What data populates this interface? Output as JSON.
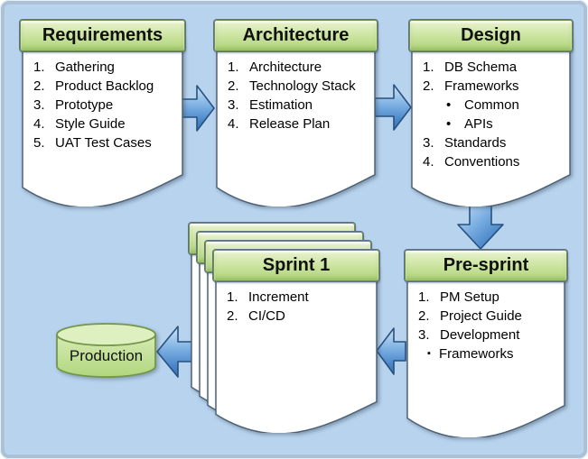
{
  "diagram": {
    "description": "Agile software delivery process flow",
    "background_color": "#b8d3ee",
    "frame_border_color": "#a9c2d8",
    "header_green": "#cfe6a5",
    "arrow_blue": "#6ba3d8",
    "arrow_outline": "#27517e"
  },
  "documents": {
    "requirements": {
      "title": "Requirements",
      "items": [
        {
          "marker": "1.",
          "text": "Gathering"
        },
        {
          "marker": "2.",
          "text": "Product Backlog"
        },
        {
          "marker": "3.",
          "text": "Prototype"
        },
        {
          "marker": "4.",
          "text": "Style Guide"
        },
        {
          "marker": "5.",
          "text": "UAT Test Cases"
        }
      ]
    },
    "architecture": {
      "title": "Architecture",
      "items": [
        {
          "marker": "1.",
          "text": "Architecture"
        },
        {
          "marker": "2.",
          "text": "Technology Stack"
        },
        {
          "marker": "3.",
          "text": "Estimation"
        },
        {
          "marker": "4.",
          "text": "Release Plan"
        }
      ]
    },
    "design": {
      "title": "Design",
      "items": [
        {
          "marker": "1.",
          "text": "DB Schema"
        },
        {
          "marker": "2.",
          "text": "Frameworks"
        },
        {
          "marker": "•",
          "text": "Common"
        },
        {
          "marker": "•",
          "text": "APIs"
        },
        {
          "marker": "3.",
          "text": "Standards"
        },
        {
          "marker": "4.",
          "text": "Conventions"
        }
      ]
    },
    "presprint": {
      "title": "Pre-sprint",
      "items": [
        {
          "marker": "1.",
          "text": "PM Setup"
        },
        {
          "marker": "2.",
          "text": "Project Guide"
        },
        {
          "marker": "3.",
          "text": "Development"
        },
        {
          "marker": "▪",
          "text": "Frameworks"
        }
      ]
    },
    "sprint": {
      "title": "Sprint 1",
      "items": [
        {
          "marker": "1.",
          "text": "Increment"
        },
        {
          "marker": "2.",
          "text": "CI/CD"
        }
      ]
    }
  },
  "database": {
    "label": "Production"
  }
}
